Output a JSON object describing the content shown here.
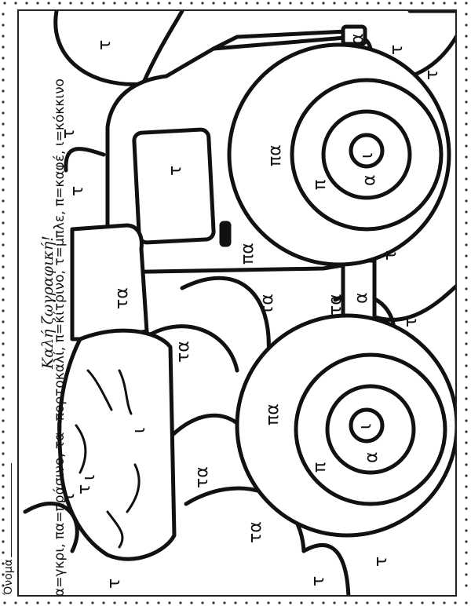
{
  "worksheet": {
    "name_label": "Όνομα",
    "title": "Καλή ζωγραφική!",
    "legend": "α=γκρι, πα=πράσινο, τα=πορτοκαλί, π=κίτρινο, τ=μπλε, π=καφέ, ι=κόκκινο"
  },
  "regions": {
    "sky_1": "τ",
    "sky_2": "τ",
    "sky_3": "τ",
    "sky_4": "τ",
    "sky_5": "τ",
    "sky_6": "τ",
    "sky_7": "τ",
    "sky_8": "τ",
    "sky_9": "τ",
    "sky_10": "τ",
    "sky_11": "τ",
    "sky_12": "τ",
    "window": "τ",
    "cab": "πα",
    "chassis_1": "α",
    "chassis_2": "α",
    "wheel1_tire": "πα",
    "wheel1_rim": "π",
    "wheel1_ring": "α",
    "wheel1_hub": "ι",
    "wheel2_tire": "πα",
    "wheel2_rim": "π",
    "wheel2_ring": "α",
    "wheel2_hub": "ι",
    "hill_1": "τα",
    "hill_2": "τα",
    "hill_3": "τα",
    "hill_4": "τα",
    "hill_5": "τα",
    "hill_6": "τα",
    "load_1": "ι",
    "load_2": "ι"
  }
}
